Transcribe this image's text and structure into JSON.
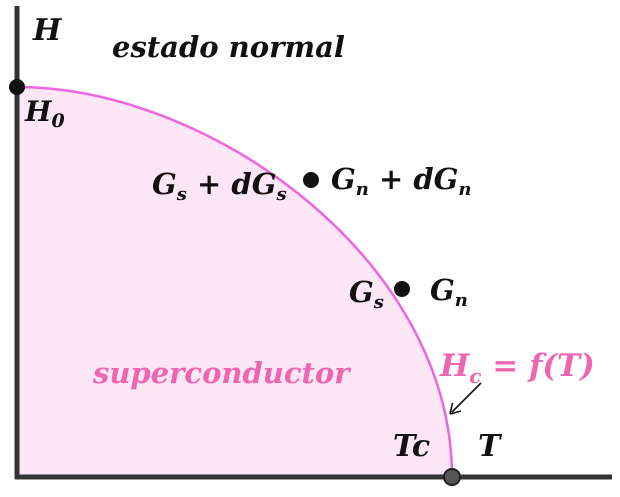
{
  "colors": {
    "region_fill": "#fde6f6",
    "boundary": "#ee66dd",
    "axis": "#333333",
    "point": "#111111",
    "tc_point": "#555555",
    "label_pink": "#ee66b0",
    "label_black": "#111111"
  },
  "axes": {
    "y_label": "H",
    "x_label": "T"
  },
  "labels": {
    "normal_state": "estado normal",
    "h0": "H",
    "h0_sub": "0",
    "superconductor": "superconductor",
    "tc": "Tc",
    "hc_main": "H",
    "hc_sub": "c",
    "hc_rest": " = f(T)"
  },
  "points": {
    "upper_left": {
      "base1": "G",
      "sub1": "s",
      "mid": " + dG",
      "sub2": "s"
    },
    "upper_right": {
      "base1": "G",
      "sub1": "n",
      "mid": " + dG",
      "sub2": "n"
    },
    "lower_left": {
      "base": "G",
      "sub": "s"
    },
    "lower_right": {
      "base": "G",
      "sub": "n"
    }
  }
}
